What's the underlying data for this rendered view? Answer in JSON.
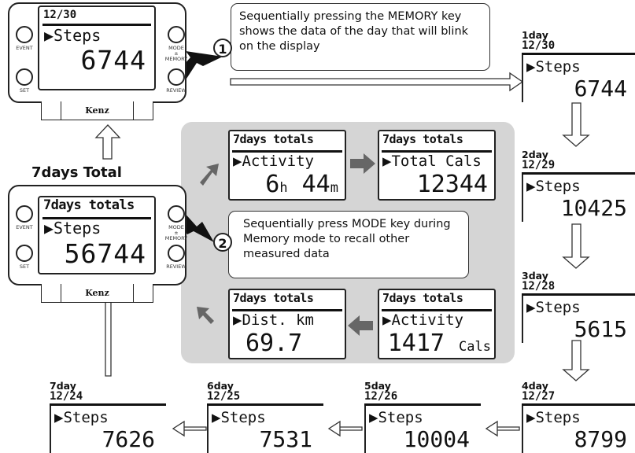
{
  "callout1": "Sequentially pressing the MEMORY key shows the data of the day that will blink on the display",
  "callout2": "Sequentially press MODE key during Memory mode to recall other measured data",
  "step1": "1",
  "step2": "2",
  "total_title": "7days Total",
  "brand": "Kenz",
  "buttons": {
    "event": "EVENT",
    "set": "SET",
    "mode": "MODE",
    "pm": "±",
    "memory": "MEMORY",
    "review": "REVIEW"
  },
  "top_device": {
    "date": "12/30",
    "label": "▶Steps",
    "value": "6744"
  },
  "total_device": {
    "header": "7days totals",
    "label": "▶Steps",
    "value": "56744"
  },
  "totals_screens": [
    {
      "header": "7days totals",
      "label": "▶Activity",
      "value_main": "6",
      "unit1": "h",
      "value_min": "44",
      "unit2": "m"
    },
    {
      "header": "7days totals",
      "label": "▶Total Cals",
      "value": "12344"
    },
    {
      "header": "7days totals",
      "label": "▶Dist. km",
      "value": "69.7"
    },
    {
      "header": "7days totals",
      "label": "▶Activity",
      "value": "1417",
      "unit": "Cals"
    }
  ],
  "days": [
    {
      "day": "1day",
      "date": "12/30",
      "label": "▶Steps",
      "value": "6744"
    },
    {
      "day": "2day",
      "date": "12/29",
      "label": "▶Steps",
      "value": "10425"
    },
    {
      "day": "3day",
      "date": "12/28",
      "label": "▶Steps",
      "value": "5615"
    },
    {
      "day": "4day",
      "date": "12/27",
      "label": "▶Steps",
      "value": "8799"
    },
    {
      "day": "5day",
      "date": "12/26",
      "label": "▶Steps",
      "value": "10004"
    },
    {
      "day": "6day",
      "date": "12/25",
      "label": "▶Steps",
      "value": "7531"
    },
    {
      "day": "7day",
      "date": "12/24",
      "label": "▶Steps",
      "value": "7626"
    }
  ]
}
